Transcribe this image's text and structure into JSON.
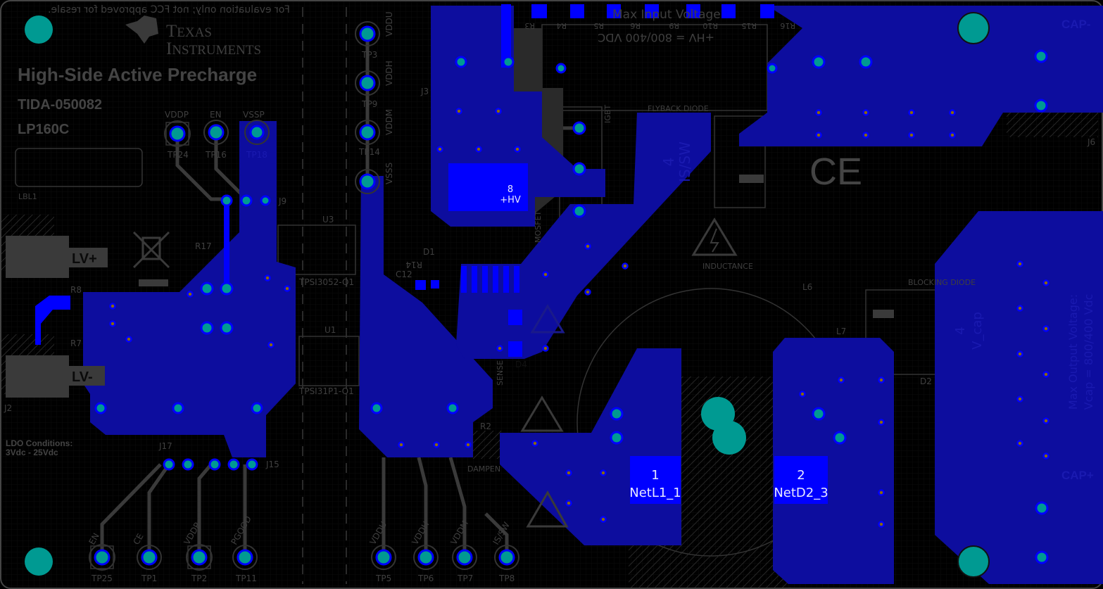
{
  "board": {
    "title": "High-Side Active Precharge",
    "part_number": "TIDA-050082",
    "revision_code": "LP160C",
    "disclaimer": "For evaluation only; not FCC approved for resale.",
    "logo": "Texas Instruments",
    "label_box": "LBL1",
    "ldo_conditions": "LDO Conditions:",
    "ldo_range": "3Vdc - 25Vdc",
    "max_input": "+HV = 800/400 VDC",
    "max_input_header": "Max Input Voltage",
    "max_output": "Max Output Voltage:",
    "max_output_value": "Vcap = 800/400 Vdc",
    "ce_mark": "CE"
  },
  "colors": {
    "board": "#000000",
    "copper": "#0d0d9e",
    "pad": "#0000ff",
    "hole": "#009a92",
    "via": "#8a6a00",
    "silkscreen": "#3f3f3f"
  },
  "connectors": {
    "lv_plus": "LV+",
    "lv_minus": "LV-",
    "cap_plus": "CAP+",
    "cap_minus": "CAP-"
  },
  "nets": {
    "l1": {
      "pin": "1",
      "name": "NetL1_1"
    },
    "d2": {
      "pin": "2",
      "name": "NetD2_3"
    },
    "hv": {
      "pin": "8",
      "name": "+HV"
    },
    "isw": {
      "pin": "4",
      "name": "IS/SW"
    },
    "vcap": {
      "pin": "4",
      "name": "V_cap"
    }
  },
  "labels": {
    "vddp": "VDDP",
    "en": "EN",
    "vssp": "VSSP",
    "tp24": "TP24",
    "tp16": "TP16",
    "tp18": "TP18",
    "vddu": "VDDU",
    "vddh": "VDDH",
    "vddm": "VDDM",
    "vsss": "VSSS",
    "tp3": "TP3",
    "tp9": "TP9",
    "tp14": "TP14",
    "j9": "J9",
    "j3": "J3",
    "j6": "J6",
    "j17": "J17",
    "j15": "J15",
    "j2": "J2",
    "r17": "R17",
    "r8": "R8",
    "r7": "R7",
    "r2": "R2",
    "r14": "R14",
    "u3": "U3",
    "u1": "U1",
    "d1": "D1",
    "d4": "D4",
    "d2": "D2",
    "c12": "C12",
    "l6": "L6",
    "l7": "L7",
    "tpsi3052": "TPSI3052-Q1",
    "tpsi31p1": "TPSI31P1-Q1",
    "flyback": "FLYBACK DIODE",
    "igbt": "IGBT",
    "mosfet": "MOSFET",
    "inductance": "INDUCTANCE",
    "blocking": "BLOCKING DIODE",
    "sense": "SENSE",
    "dampen": "DAMPEN",
    "b_en": "EN",
    "b_ce": "CE",
    "b_vddp": "VDDP",
    "b_pgood": "PGOOD",
    "tp25": "TP25",
    "tp1": "TP1",
    "tp2": "TP2",
    "tp11": "TP11",
    "b_vddu": "VDDU",
    "b_vddh": "VDDH",
    "b_vddm": "VDDM",
    "b_issw": "IS/SW",
    "tp5": "TP5",
    "tp6": "TP6",
    "tp7": "TP7",
    "tp8": "TP8",
    "r_top": [
      "R3",
      "R4",
      "R5",
      "R6",
      "R9",
      "R10",
      "R15",
      "R16"
    ]
  }
}
